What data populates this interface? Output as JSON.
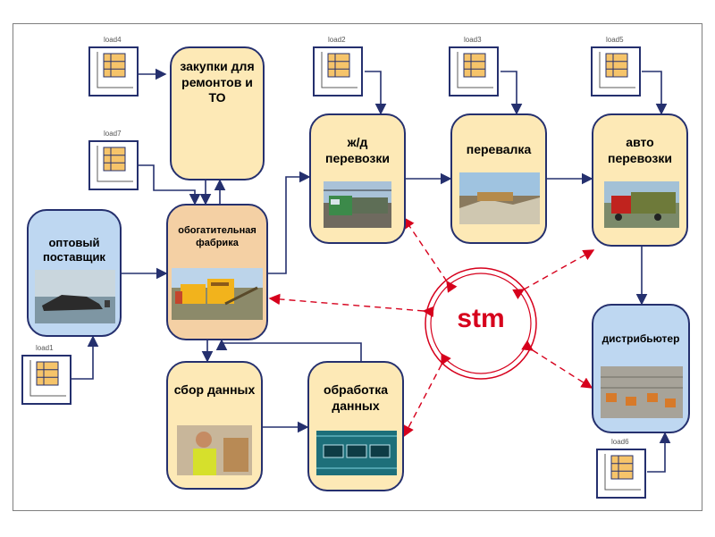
{
  "loads": {
    "load1": "load1",
    "load2": "load2",
    "load3": "load3",
    "load4": "load4",
    "load5": "load5",
    "load6": "load6",
    "load7": "load7"
  },
  "nodes": {
    "supplier": "оптовый поставщик",
    "procurement": "закупки для ремонтов и ТО",
    "plant": "обогатительная фабрика",
    "rail": "ж/д перевозки",
    "transshipment": "перевалка",
    "auto": "авто перевозки",
    "distributor": "дистрибьютер",
    "data_collection": "сбор данных",
    "data_processing": "обработка данных"
  },
  "center": {
    "label": "stm"
  },
  "colors": {
    "yellow": "#fde9b6",
    "tan": "#f4d0a4",
    "blue": "#bed7f1",
    "border": "#25306e",
    "accent": "#d6001c"
  }
}
